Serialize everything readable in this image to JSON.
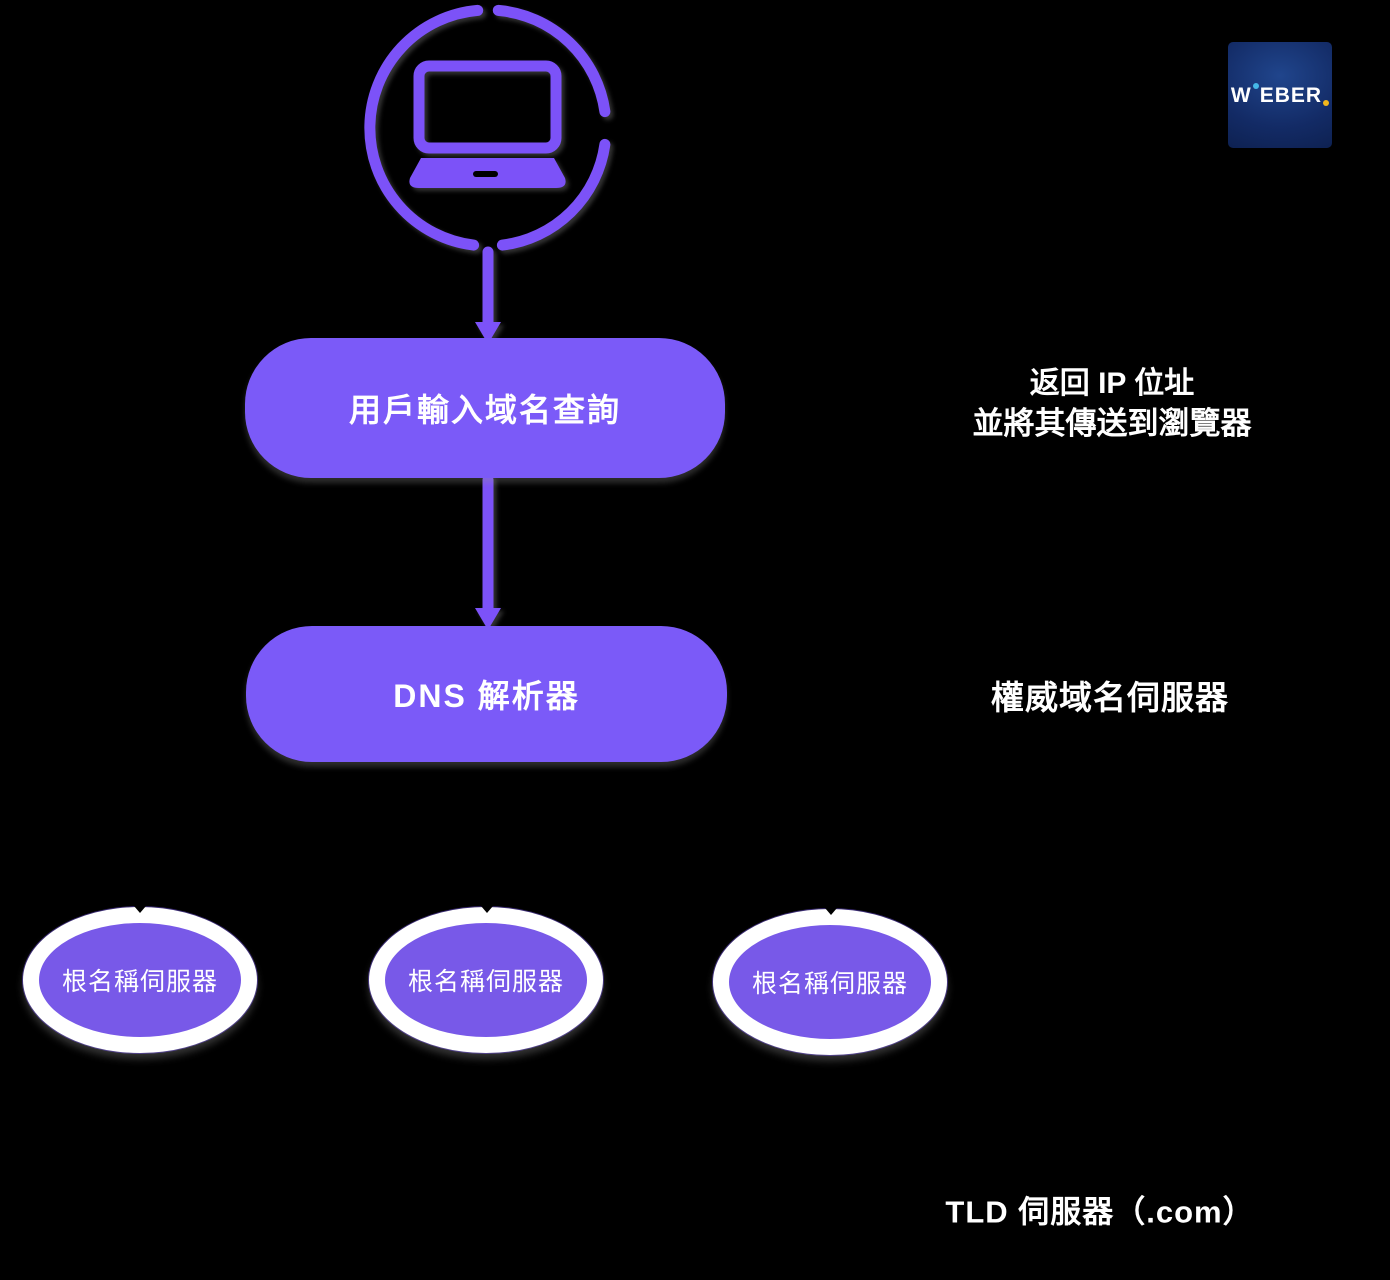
{
  "colors": {
    "background": "#000000",
    "purple": "#7b5af8",
    "purple_stroke": "#7c52f8",
    "ellipse_fill": "#7859e8",
    "text": "#ffffff",
    "notch_arrow": "#000000",
    "logo_bg_light": "#20458c",
    "logo_bg_dark": "#0a1a42",
    "logo_dot_cyan": "#45b8e8",
    "logo_dot_yellow": "#f2b71c"
  },
  "flow": {
    "device_icon": "laptop-in-circle",
    "step1_label": "用戶輸入域名查詢",
    "step2_label": "DNS 解析器"
  },
  "root_servers": [
    {
      "label": "根名稱伺服器"
    },
    {
      "label": "根名稱伺服器"
    },
    {
      "label": "根名稱伺服器"
    }
  ],
  "annotations": {
    "return_ip_line1": "返回 IP 位址",
    "return_ip_line2": "並將其傳送到瀏覽器",
    "authoritative_label": "權威域名伺服器",
    "tld_label": "TLD 伺服器（.com）"
  },
  "logo": {
    "part1": "W",
    "part2": "EBER"
  }
}
